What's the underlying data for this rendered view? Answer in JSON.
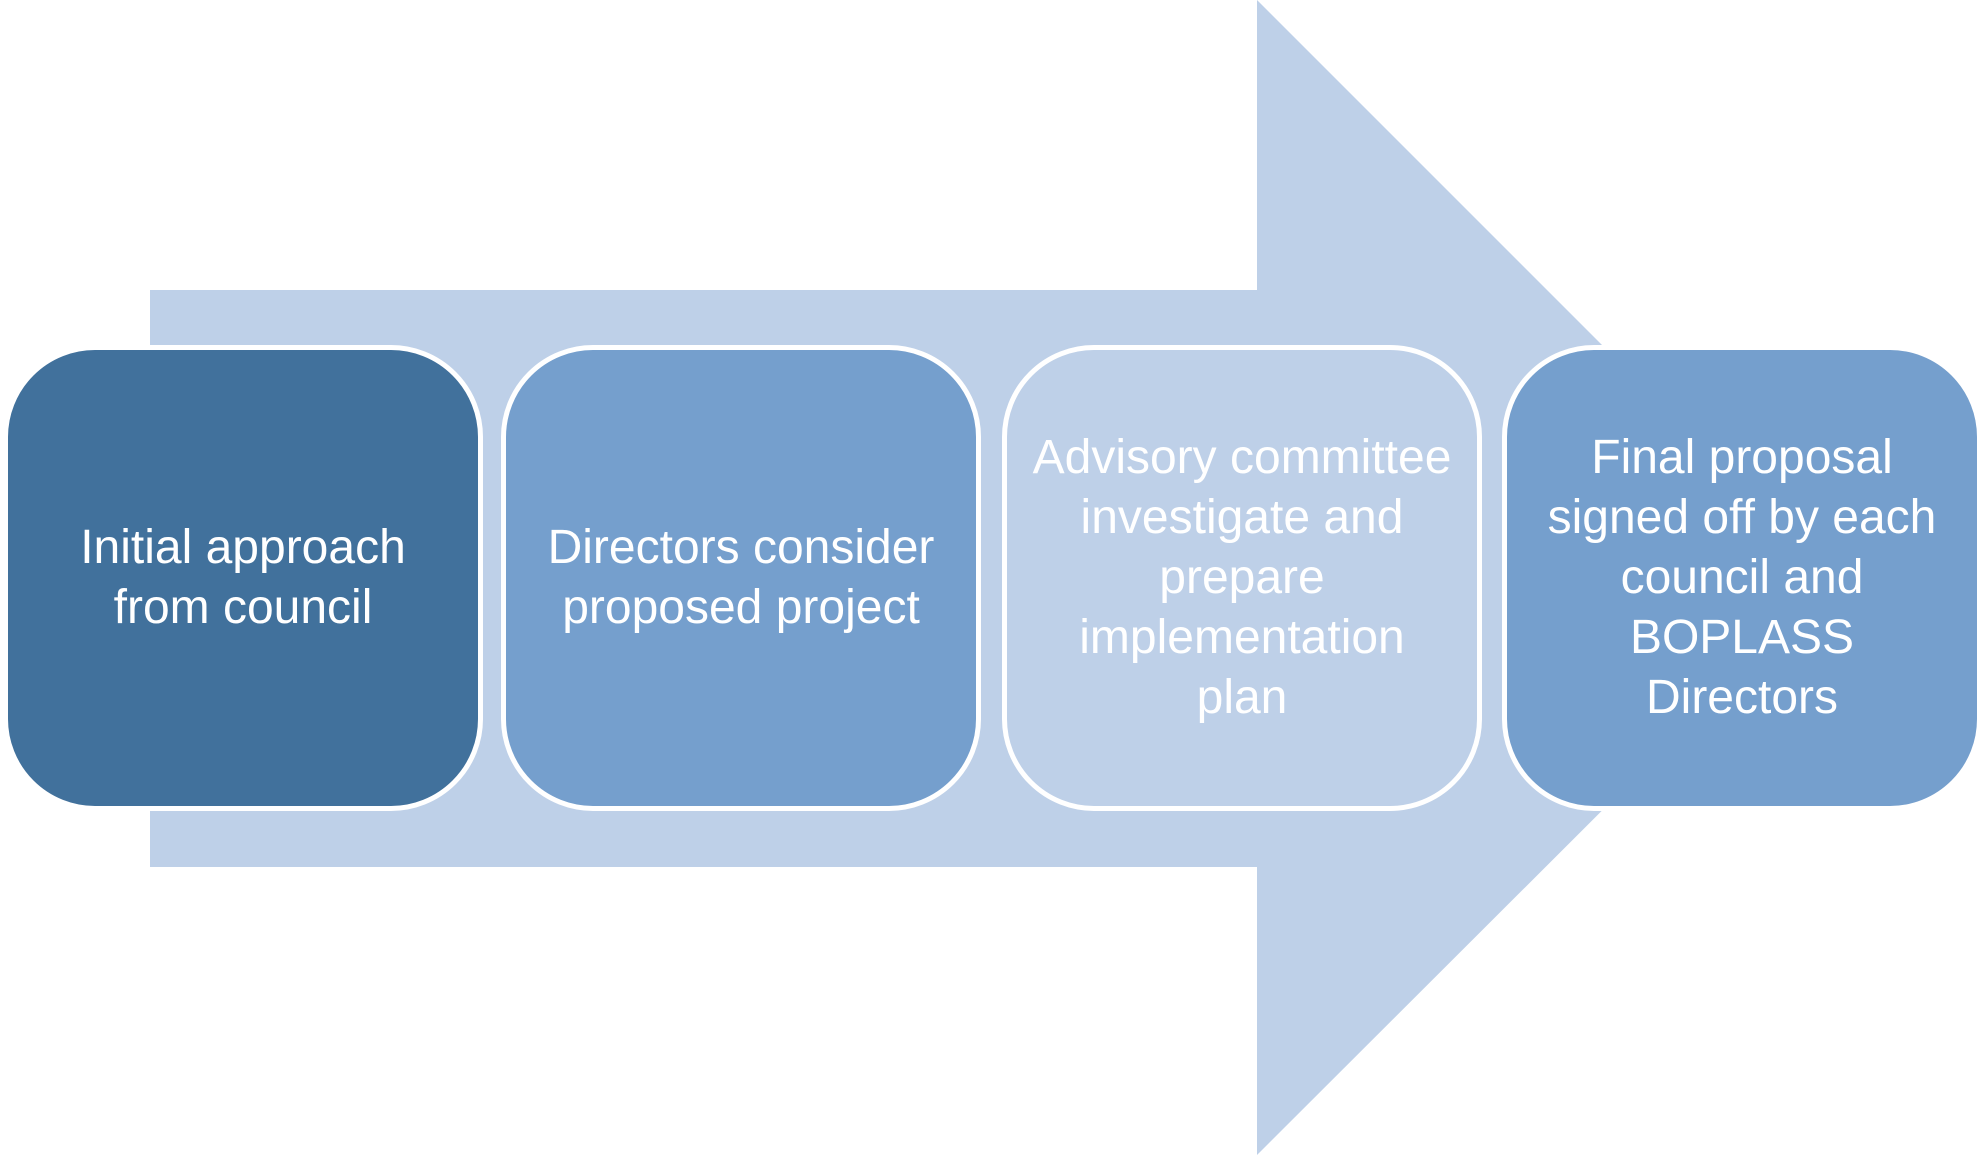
{
  "diagram": {
    "colors": {
      "arrow": "#bed0e8",
      "step_dark": "#41719c",
      "step_medium": "#759fcd",
      "step_light": "#bed0e8",
      "border": "#ffffff",
      "text": "#ffffff"
    },
    "steps": [
      {
        "label": "Initial approach from council",
        "fill": "#41719c"
      },
      {
        "label": "Directors consider proposed project",
        "fill": "#759fcd"
      },
      {
        "label": "Advisory committee investigate and prepare implementation plan",
        "fill": "#bed0e8"
      },
      {
        "label": "Final proposal signed off by each council and BOPLASS Directors",
        "fill": "#759fcd"
      }
    ]
  }
}
